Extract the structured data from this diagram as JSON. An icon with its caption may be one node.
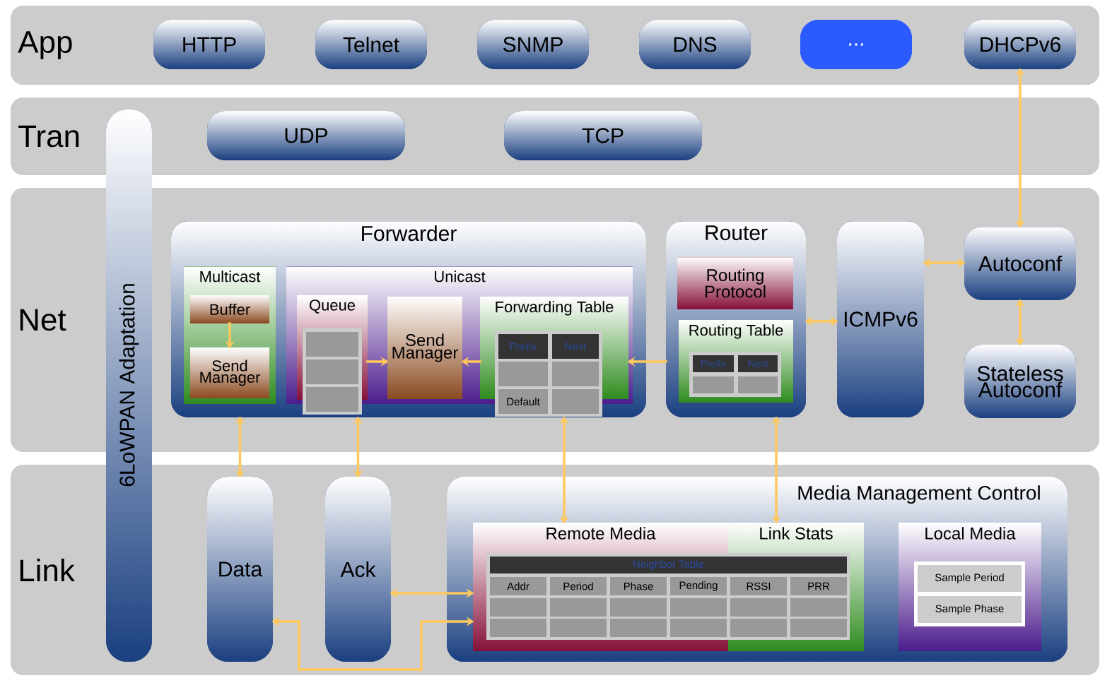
{
  "diagram": {
    "nodes": [
      {
        "text": [
          "App"
        ]
      },
      {
        "text": [
          "HTTP"
        ],
        "in": 0
      },
      {
        "text": [
          "Telnet"
        ],
        "in": 0
      },
      {
        "text": [
          "SNMP"
        ],
        "in": 0
      },
      {
        "text": [
          "DNS"
        ],
        "in": 0
      },
      {
        "text": [
          "..."
        ],
        "in": 0
      },
      {
        "text": [
          "DHCPv6"
        ],
        "in": 0
      },
      {
        "text": [
          "Tran"
        ]
      },
      {
        "text": [
          "UDP"
        ],
        "in": 7
      },
      {
        "text": [
          "TCP"
        ],
        "in": 7
      },
      {
        "text": [
          "Net"
        ]
      },
      {
        "text": [
          "Forwarder"
        ],
        "in": 10
      },
      {
        "text": [
          "Multicast"
        ],
        "in": 11
      },
      {
        "text": [
          "Buffer"
        ],
        "in": 12
      },
      {
        "text": [
          "Send Manager"
        ],
        "in": 12
      },
      {
        "text": [
          "Unicast"
        ],
        "in": 11
      },
      {
        "text": [
          "Queue"
        ],
        "in": 15
      },
      {
        "text": [
          "Send Manager"
        ],
        "in": 15
      },
      {
        "text": [
          "Forwarding Table"
        ],
        "in": 15
      },
      {
        "text": [
          "Router"
        ],
        "in": 10
      },
      {
        "text": [
          "Routing Protocol"
        ],
        "in": 19
      },
      {
        "text": [
          "Routing Table"
        ],
        "in": 19
      },
      {
        "text": [
          "ICMPv6"
        ],
        "in": 10
      },
      {
        "text": [
          "Autoconf"
        ],
        "in": 10
      },
      {
        "text": [
          "Stateless Autoconf"
        ],
        "in": 10
      },
      {
        "text": [
          "Link"
        ]
      },
      {
        "text": [
          "Data"
        ],
        "in": 25
      },
      {
        "text": [
          "Ack"
        ],
        "in": 25
      },
      {
        "text": [
          "Media Management Control"
        ],
        "in": 25
      },
      {
        "text": [
          "Remote Media"
        ],
        "in": 28
      },
      {
        "text": [
          "Link Stats"
        ],
        "in": 28
      },
      {
        "text": [
          "Local Media"
        ],
        "in": 28
      },
      {
        "text": [
          "6LoWPAN Adaptation"
        ]
      }
    ],
    "edges": [
      {
        "from": 6,
        "to": 23,
        "arrow": "both"
      },
      {
        "from": 23,
        "to": 22,
        "arrow": "both"
      },
      {
        "from": 23,
        "to": 24,
        "arrow": "both"
      },
      {
        "from": 19,
        "to": 22,
        "arrow": "both"
      },
      {
        "from": 13,
        "to": 14,
        "arrow": "to"
      },
      {
        "from": 16,
        "to": 17,
        "arrow": "to"
      },
      {
        "from": 18,
        "to": 17,
        "arrow": "to"
      },
      {
        "from": 19,
        "to": 18,
        "arrow": "to"
      },
      {
        "from": 11,
        "to": 26,
        "arrow": "both"
      },
      {
        "from": 11,
        "to": 27,
        "arrow": "both"
      },
      {
        "from": 11,
        "to": 29,
        "arrow": "both"
      },
      {
        "from": 19,
        "to": 30,
        "arrow": "both"
      },
      {
        "from": 27,
        "to": 29,
        "arrow": "both"
      },
      {
        "from": 26,
        "to": 29,
        "arrow": "both"
      }
    ],
    "labels": [
      "Prefix",
      "Next",
      "Default",
      "Prefix",
      "Next",
      "Neighbor Table",
      "Addr",
      "Period",
      "Phase",
      "Pending",
      "RSSI",
      "PRR",
      "Sample Period",
      "Sample Phase"
    ]
  }
}
